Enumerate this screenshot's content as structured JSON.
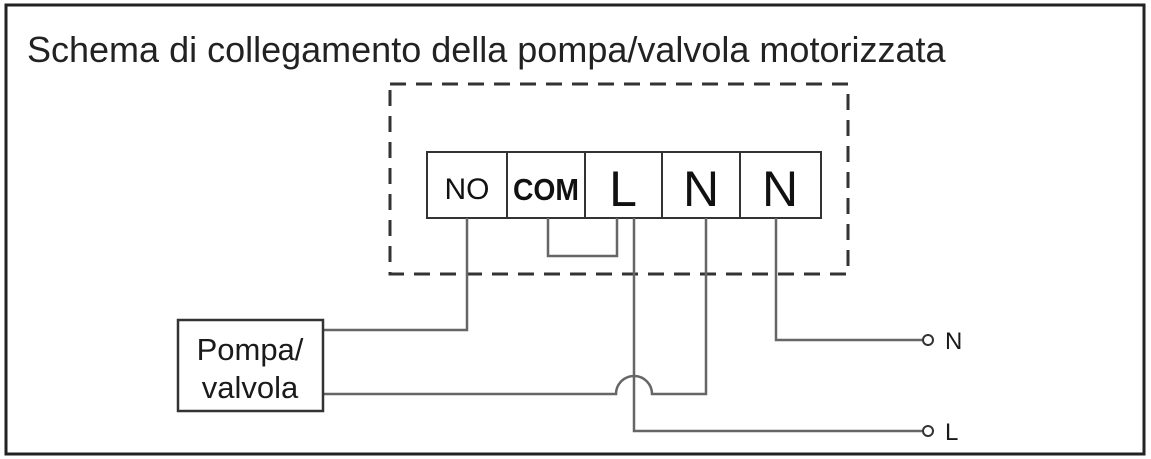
{
  "title": "Schema di collegamento della pompa/valvola motorizzata",
  "terminals": [
    {
      "id": "no",
      "label": "NO"
    },
    {
      "id": "com",
      "label": "COM"
    },
    {
      "id": "l",
      "label": "L"
    },
    {
      "id": "n1",
      "label": "N"
    },
    {
      "id": "n2",
      "label": "N"
    }
  ],
  "device": {
    "line1": "Pompa/",
    "line2": "valvola"
  },
  "supply": {
    "neutral_label": "N",
    "line_label": "L"
  },
  "colors": {
    "frame": "#222222",
    "wire": "#666666",
    "terminal_border": "#333333"
  }
}
